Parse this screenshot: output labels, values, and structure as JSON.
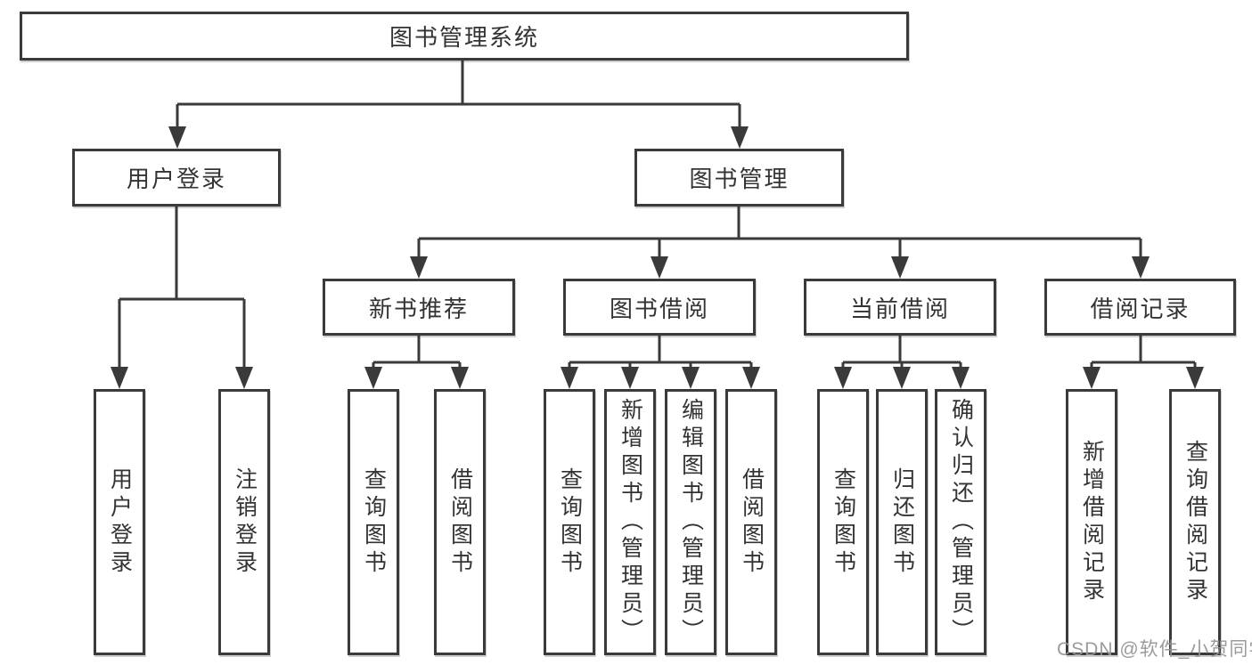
{
  "diagram": {
    "type": "hierarchy-tree",
    "orientation": "top-down",
    "colors": {
      "background": "#ffffff",
      "line": "#3a3a3a",
      "box_border": "#3a3a3a",
      "text": "#333333",
      "watermark": "#969696"
    },
    "tree": {
      "root": {
        "label": "图书管理系统",
        "children": [
          {
            "label": "用户登录",
            "children": [
              {
                "label": "用户登录"
              },
              {
                "label": "注销登录"
              }
            ]
          },
          {
            "label": "图书管理",
            "children": [
              {
                "label": "新书推荐",
                "children": [
                  {
                    "label": "查询图书"
                  },
                  {
                    "label": "借阅图书"
                  }
                ]
              },
              {
                "label": "图书借阅",
                "children": [
                  {
                    "label": "查询图书"
                  },
                  {
                    "label": "新增图书（管理员）"
                  },
                  {
                    "label": "编辑图书（管理员）"
                  },
                  {
                    "label": "借阅图书"
                  }
                ]
              },
              {
                "label": "当前借阅",
                "children": [
                  {
                    "label": "查询图书"
                  },
                  {
                    "label": "归还图书"
                  },
                  {
                    "label": "确认归还（管理员）"
                  }
                ]
              },
              {
                "label": "借阅记录",
                "children": [
                  {
                    "label": "新增借阅记录"
                  },
                  {
                    "label": "查询借阅记录"
                  }
                ]
              }
            ]
          }
        ]
      }
    }
  },
  "watermark": {
    "text": "CSDN @软件_小贺同学"
  }
}
